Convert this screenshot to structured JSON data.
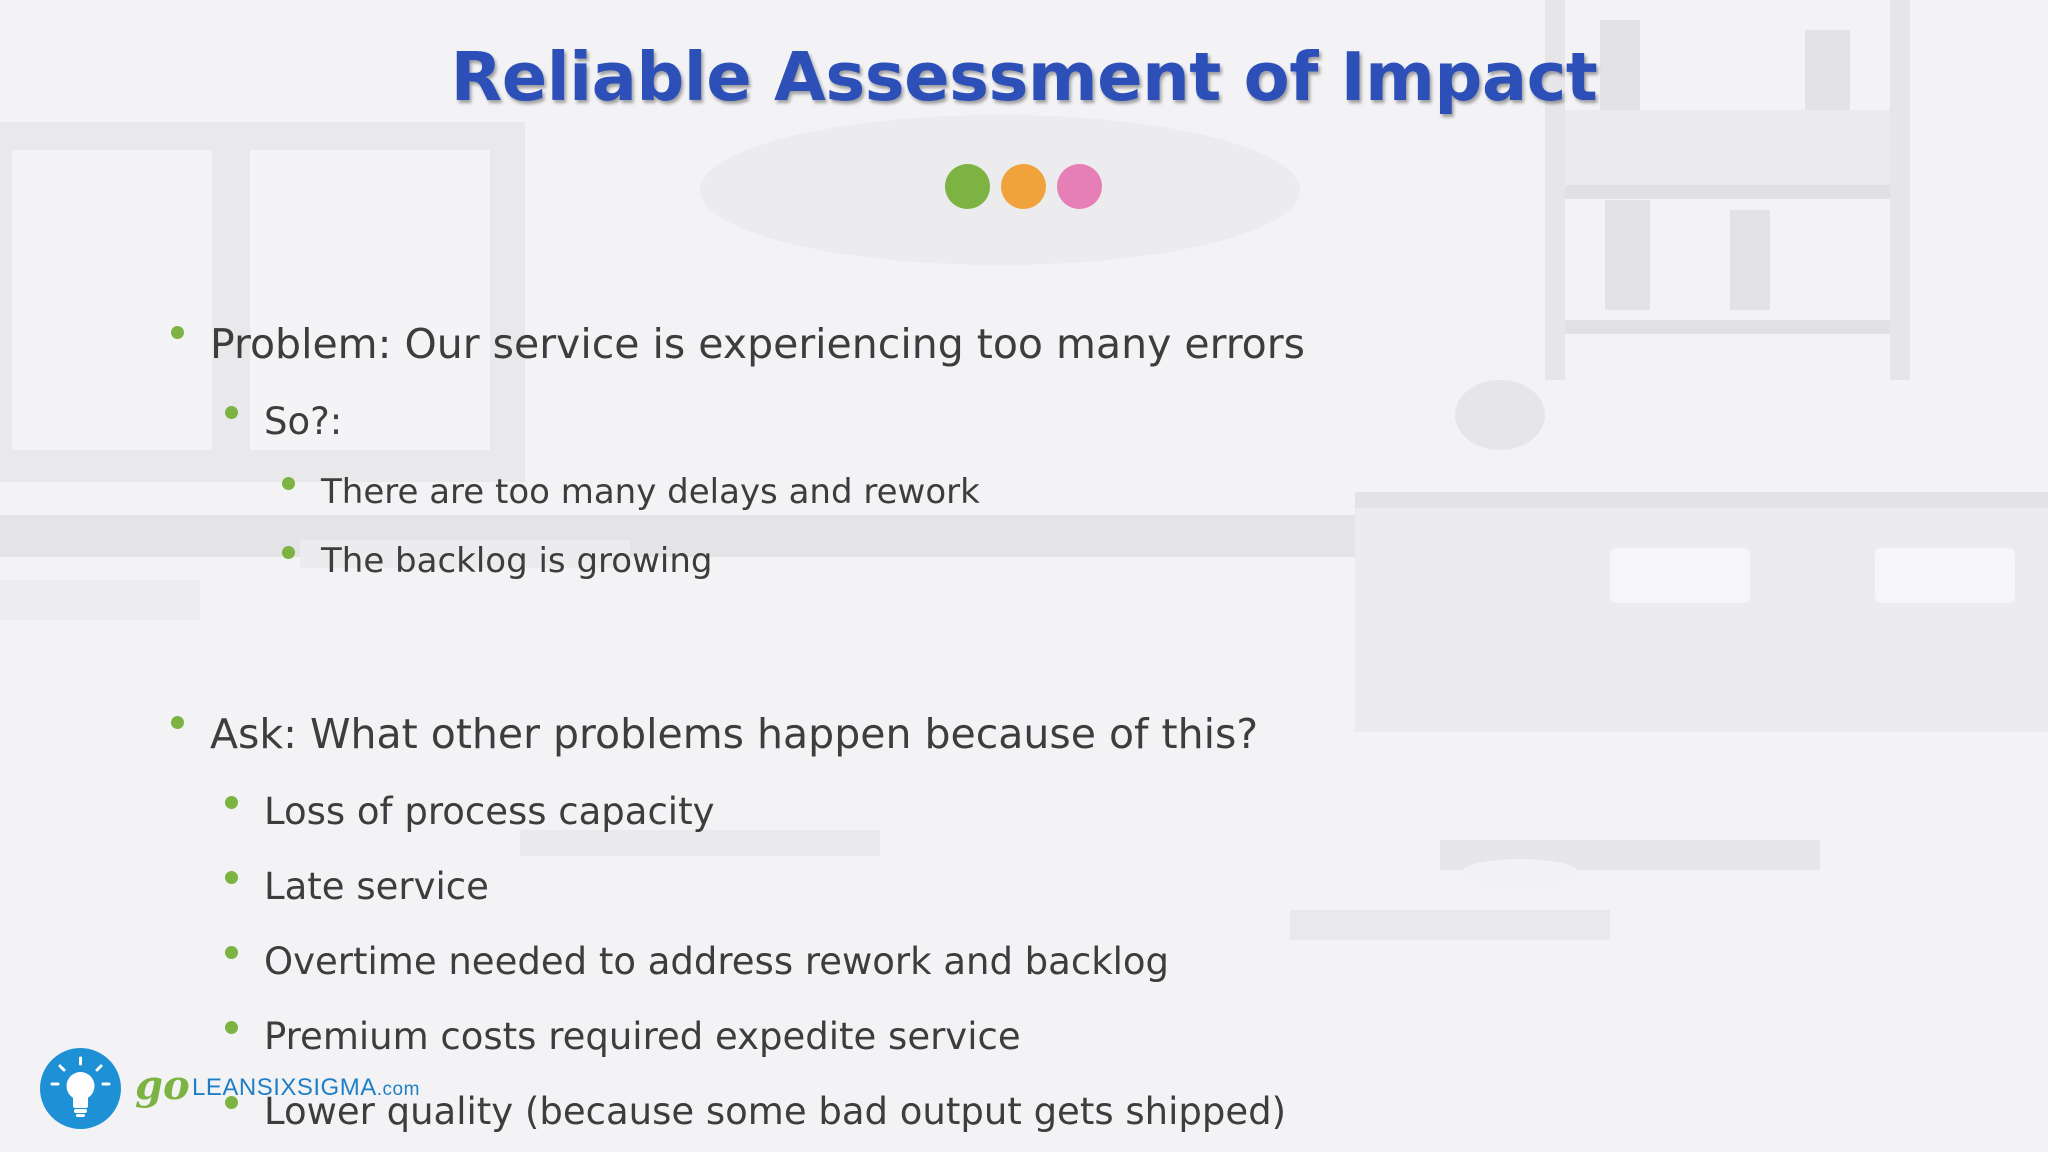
{
  "slide": {
    "title": "Reliable Assessment of Impact",
    "dot_colors": [
      "#7cb342",
      "#f0a33a",
      "#e57fb5"
    ],
    "bullet_color": "#7cb342",
    "title_color": "#2c4fb8"
  },
  "bullets": [
    {
      "level": 1,
      "text": "Problem:  Our service is experiencing too many errors"
    },
    {
      "level": 2,
      "text": "So?:"
    },
    {
      "level": 3,
      "text": "There are too many delays and rework"
    },
    {
      "level": 3,
      "text": "The backlog is growing"
    },
    {
      "level": 1,
      "text": "Ask: What other problems happen because of this?"
    },
    {
      "level": 2,
      "text": "Loss of process capacity"
    },
    {
      "level": 2,
      "text": "Late service"
    },
    {
      "level": 2,
      "text": "Overtime needed to address rework and backlog"
    },
    {
      "level": 2,
      "text": "Premium costs required expedite service"
    },
    {
      "level": 2,
      "text": "Lower quality (because some bad output gets shipped)"
    }
  ],
  "logo": {
    "go": "go",
    "name": "LEANSIXSIGMA",
    "domain": ".com",
    "icon": "lightbulb-icon",
    "brand_color": "#1e90d6"
  }
}
